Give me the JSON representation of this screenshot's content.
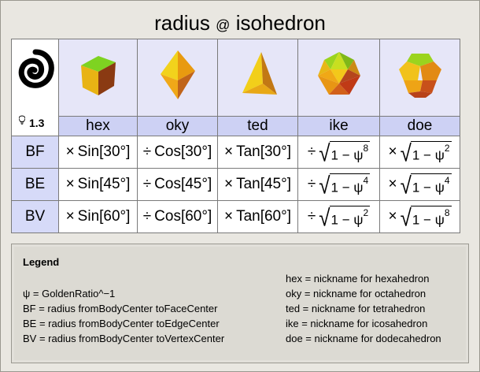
{
  "title": {
    "main_left": "radius",
    "at": "@",
    "main_right": "isohedron"
  },
  "logo": {
    "version": "1.3"
  },
  "columns": [
    "hex",
    "oky",
    "ted",
    "ike",
    "doe"
  ],
  "rows": [
    {
      "label": "BF",
      "cells": [
        {
          "op": "×",
          "text": "Sin[30°]"
        },
        {
          "op": "÷",
          "text": "Cos[30°]"
        },
        {
          "op": "×",
          "text": "Tan[30°]"
        },
        {
          "op": "÷",
          "sqrt": "1 − ψ",
          "exp": "8"
        },
        {
          "op": "×",
          "sqrt": "1 − ψ",
          "exp": "2"
        }
      ]
    },
    {
      "label": "BE",
      "cells": [
        {
          "op": "×",
          "text": "Sin[45°]"
        },
        {
          "op": "÷",
          "text": "Cos[45°]"
        },
        {
          "op": "×",
          "text": "Tan[45°]"
        },
        {
          "op": "÷",
          "sqrt": "1 − ψ",
          "exp": "4"
        },
        {
          "op": "×",
          "sqrt": "1 − ψ",
          "exp": "4"
        }
      ]
    },
    {
      "label": "BV",
      "cells": [
        {
          "op": "×",
          "text": "Sin[60°]"
        },
        {
          "op": "÷",
          "text": "Cos[60°]"
        },
        {
          "op": "×",
          "text": "Tan[60°]"
        },
        {
          "op": "÷",
          "sqrt": "1 − ψ",
          "exp": "2"
        },
        {
          "op": "×",
          "sqrt": "1 − ψ",
          "exp": "8"
        }
      ]
    }
  ],
  "legend": {
    "heading": "Legend",
    "left": [
      "ψ = GoldenRatio^−1",
      "BF = radius fromBodyCenter toFaceCenter",
      "BE = radius fromBodyCenter toEdgeCenter",
      "BV = radius fromBodyCenter toVertexCenter"
    ],
    "right": [
      "hex = nickname for hexahedron",
      "oky = nickname for octahedron",
      "ted = nickname for tetrahedron",
      "ike = nickname for icosahedron",
      "doe = nickname for dodecahedron"
    ]
  }
}
